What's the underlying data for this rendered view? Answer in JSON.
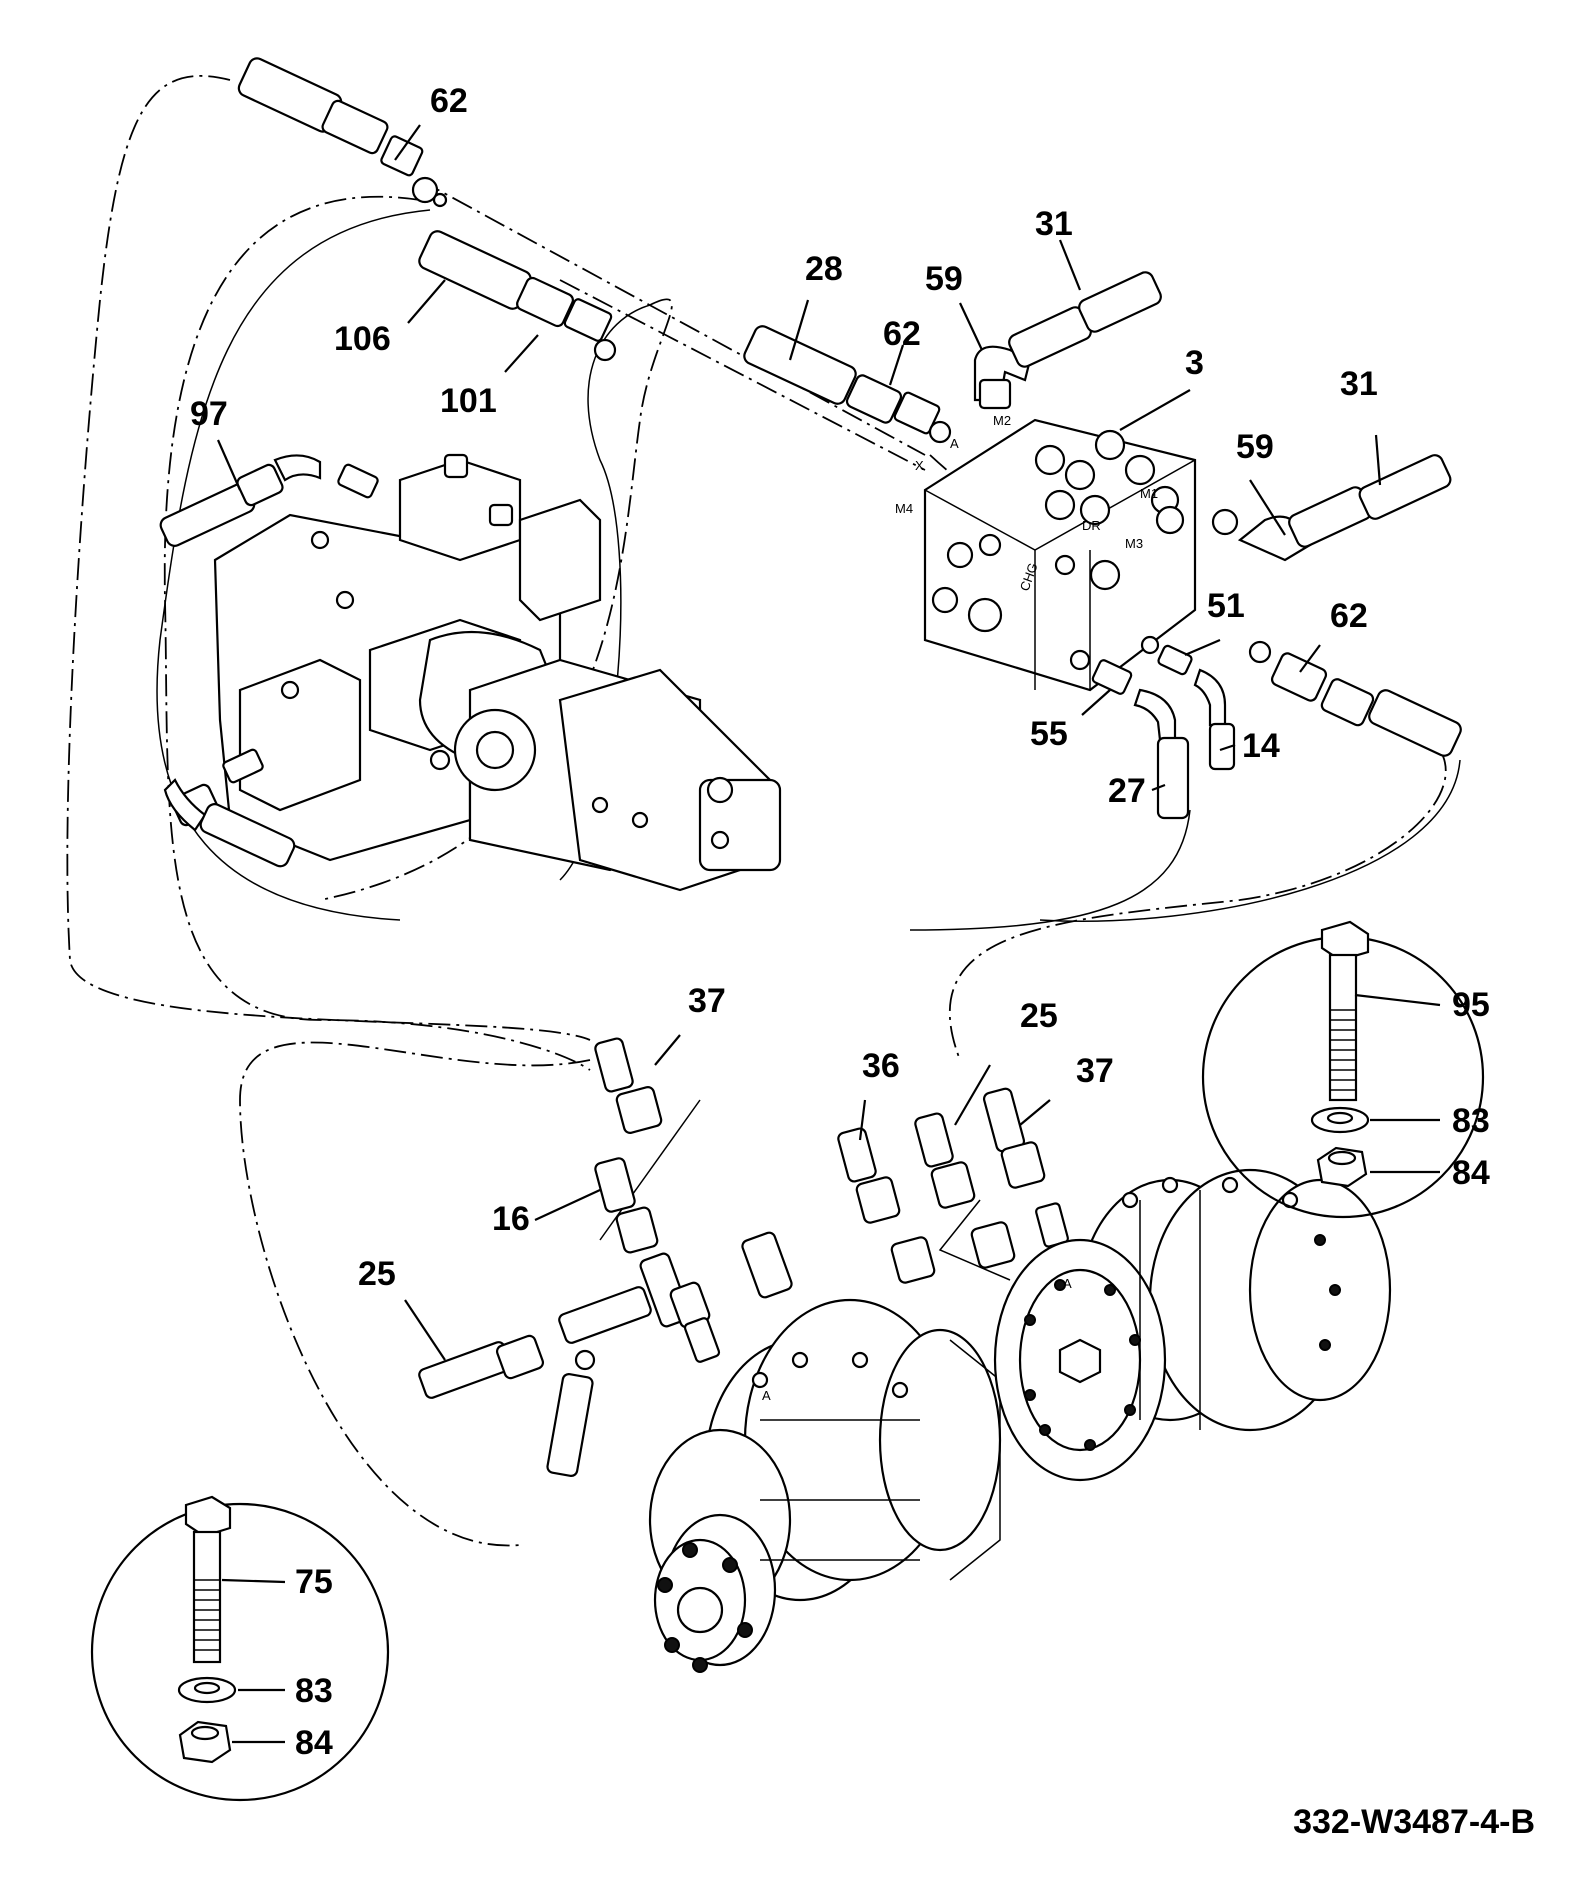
{
  "drawing_number": "332-W3487-4-B",
  "callouts": {
    "c62_top": "62",
    "c106": "106",
    "c101": "101",
    "c97": "97",
    "c28": "28",
    "c62_mid": "62",
    "c59_top": "59",
    "c31_top": "31",
    "c3": "3",
    "c31_right": "31",
    "c59_right": "59",
    "c51": "51",
    "c62_right": "62",
    "c55": "55",
    "c14": "14",
    "c27": "27",
    "c37_left": "37",
    "c16": "16",
    "c25_left": "25",
    "c36": "36",
    "c25_mid": "25",
    "c37_right": "37",
    "c95": "95",
    "c83_right": "83",
    "c84_right": "84",
    "c75": "75",
    "c83_left": "83",
    "c84_left": "84"
  },
  "port_labels": {
    "m1": "M1",
    "m2": "M2",
    "m3": "M3",
    "m4": "M4",
    "dr": "DR",
    "chg": "CHG",
    "a_block": "A",
    "x_block": "X",
    "a_left": "A",
    "a_right": "A"
  },
  "icons": {
    "hydraulic_pump": "pump-assembly-icon",
    "manifold_block": "valve-block-icon",
    "wheel_motor": "wheel-motor-icon",
    "bolt": "bolt-icon",
    "washer": "washer-icon",
    "nut": "nut-icon"
  }
}
